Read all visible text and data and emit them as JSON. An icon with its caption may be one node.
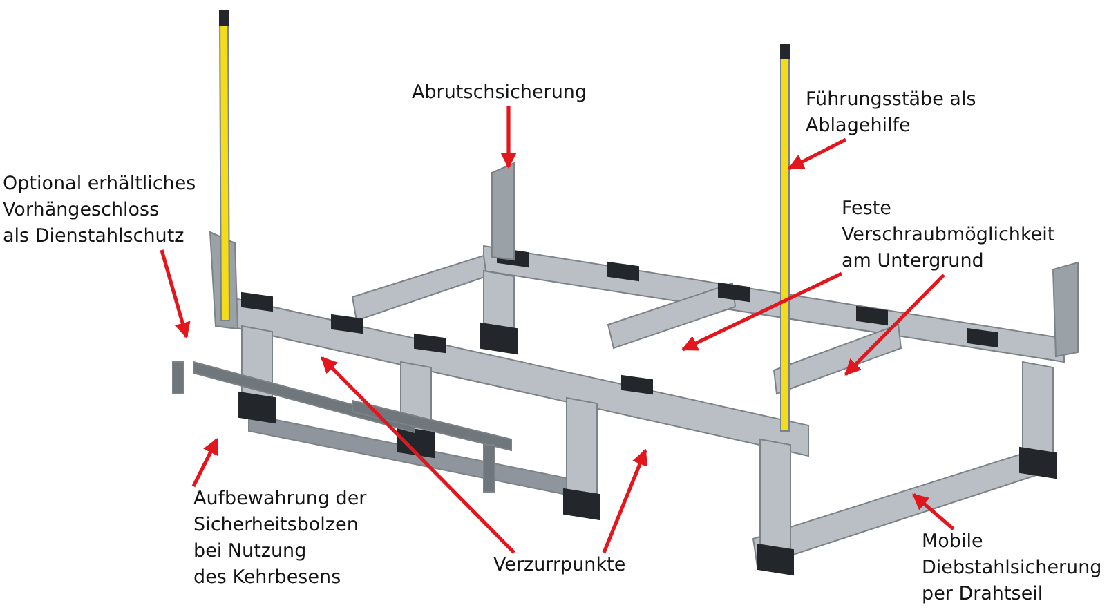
{
  "diagram": {
    "nodes": [
      {
        "text": [
          "Optional erhältliches Vorhängeschloss als Dienstahlschutz"
        ]
      },
      {
        "text": [
          "Abrutschsicherung"
        ]
      },
      {
        "text": [
          "Führungsstäbe als Ablagehilfe"
        ]
      },
      {
        "text": [
          "Feste Verschraubmöglichkeit am Untergrund"
        ]
      },
      {
        "text": [
          "Aufbewahrung der Sicherheitsbolzen bei Nutzung des Kehrbesens"
        ]
      },
      {
        "text": [
          "Verzurrpunkte"
        ]
      },
      {
        "text": [
          "Mobile Diebstahlsicherung per Drahtseil"
        ]
      }
    ],
    "edges": [
      {
        "from": 0,
        "to": null,
        "arrow": "to"
      },
      {
        "from": 1,
        "to": null,
        "arrow": "to"
      },
      {
        "from": 2,
        "to": null,
        "arrow": "to"
      },
      {
        "from": 3,
        "to": null,
        "arrow": "to"
      },
      {
        "from": 3,
        "to": null,
        "arrow": "to"
      },
      {
        "from": 4,
        "to": null,
        "arrow": "to"
      },
      {
        "from": 5,
        "to": null,
        "arrow": "to"
      },
      {
        "from": 5,
        "to": null,
        "arrow": "to"
      },
      {
        "from": 6,
        "to": null,
        "arrow": "to"
      }
    ]
  }
}
